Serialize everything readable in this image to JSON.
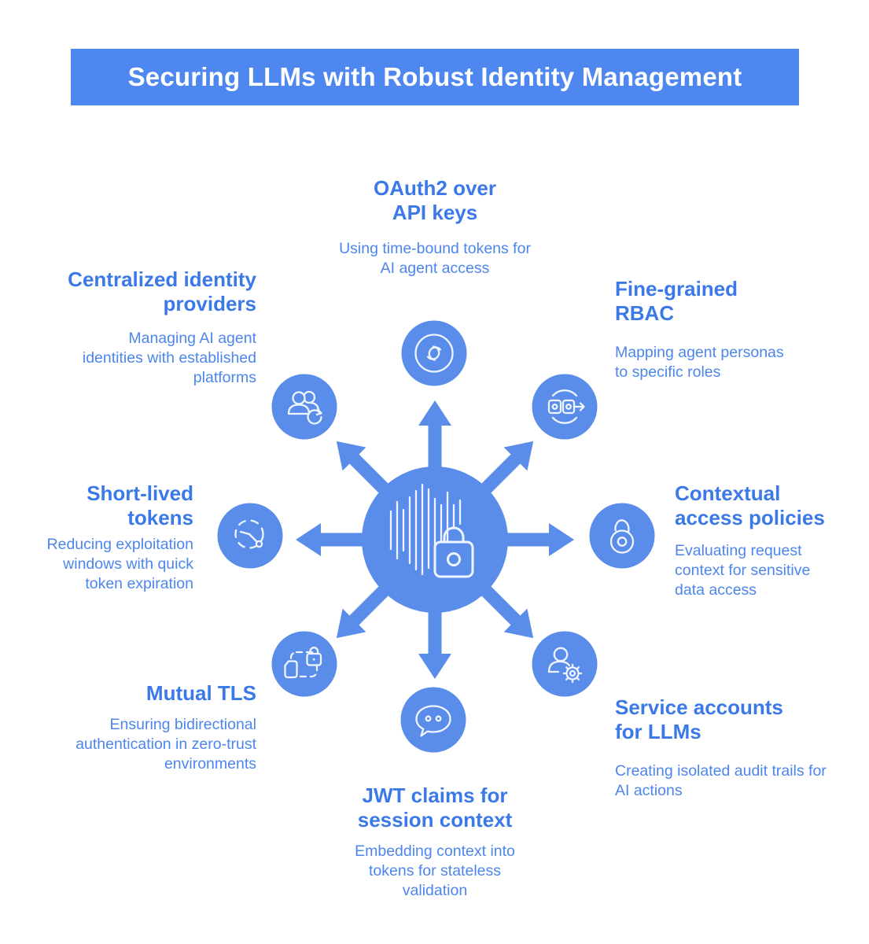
{
  "title": {
    "text": "Securing LLMs with Robust Identity Management"
  },
  "colors": {
    "banner": "#4e87f0",
    "node_fill": "#5a8ce9",
    "heading_text": "#3b79e8",
    "body_text": "#4c86ec",
    "icon_stroke": "#eef5ff",
    "background": "#ffffff"
  },
  "center": {
    "icon": "waveform-lock-icon"
  },
  "nodes": [
    {
      "id": "oauth2-over-api-keys",
      "position": "top",
      "icon": "oauth-link-icon",
      "heading": "OAuth2 over API keys",
      "description": "Using time-bound tokens for AI agent access"
    },
    {
      "id": "centralized-identity-providers",
      "position": "top-left",
      "icon": "users-sync-icon",
      "heading": "Centralized identity providers",
      "description": "Managing AI agent identities with established platforms"
    },
    {
      "id": "fine-grained-rbac",
      "position": "top-right",
      "icon": "workflow-arrow-icon",
      "heading": "Fine-grained RBAC",
      "description": "Mapping agent personas to specific roles"
    },
    {
      "id": "short-lived-tokens",
      "position": "left",
      "icon": "expiring-clock-icon",
      "heading": "Short-lived tokens",
      "description": "Reducing exploitation windows with quick token expiration"
    },
    {
      "id": "contextual-access-policies",
      "position": "right",
      "icon": "open-padlock-icon",
      "heading": "Contextual access policies",
      "description": "Evaluating request context for sensitive data access"
    },
    {
      "id": "mutual-tls",
      "position": "bottom-left",
      "icon": "document-lock-icon",
      "heading": "Mutual TLS",
      "description": "Ensuring bidirectional authentication in zero-trust environments"
    },
    {
      "id": "service-accounts-for-llms",
      "position": "bottom-right",
      "icon": "user-gear-icon",
      "heading": "Service accounts for LLMs",
      "description": "Creating isolated audit trails for AI actions"
    },
    {
      "id": "jwt-claims-for-session-context",
      "position": "bottom",
      "icon": "chat-bubble-icon",
      "heading": "JWT claims for session context",
      "description": "Embedding context into tokens for stateless validation"
    }
  ]
}
